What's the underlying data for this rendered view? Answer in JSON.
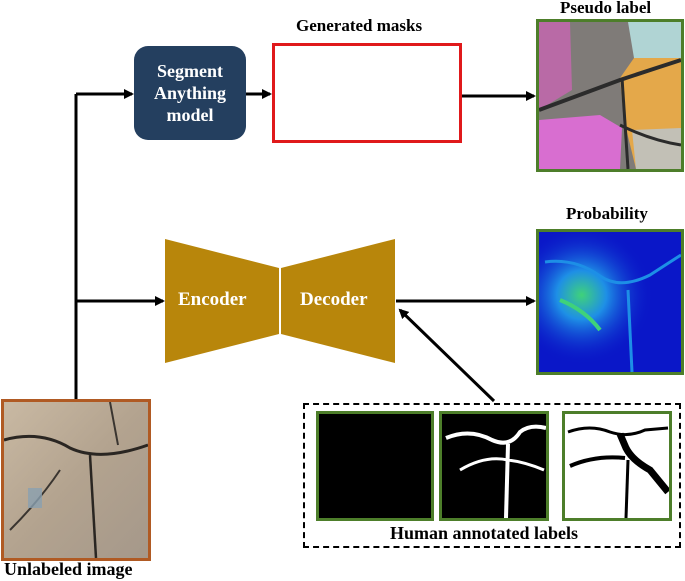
{
  "labels": {
    "generated_masks": "Generated masks",
    "pseudo_label": "Pseudo label",
    "probability": "Probability",
    "unlabeled_image": "Unlabeled image",
    "human_annotated_labels": "Human annotated labels"
  },
  "sam": {
    "line1": "Segment",
    "line2": "Anything",
    "line3": "model"
  },
  "network": {
    "encoder": "Encoder",
    "decoder": "Decoder"
  },
  "colors": {
    "sam_box": "#243f5f",
    "network": "#b8860b",
    "mask_frame": "#e0191b",
    "image_frame_green": "#4d7e2a",
    "image_frame_orange": "#b05a23",
    "mask_bg": "#3a0f5e",
    "mask_fg": "#f2d52a"
  }
}
